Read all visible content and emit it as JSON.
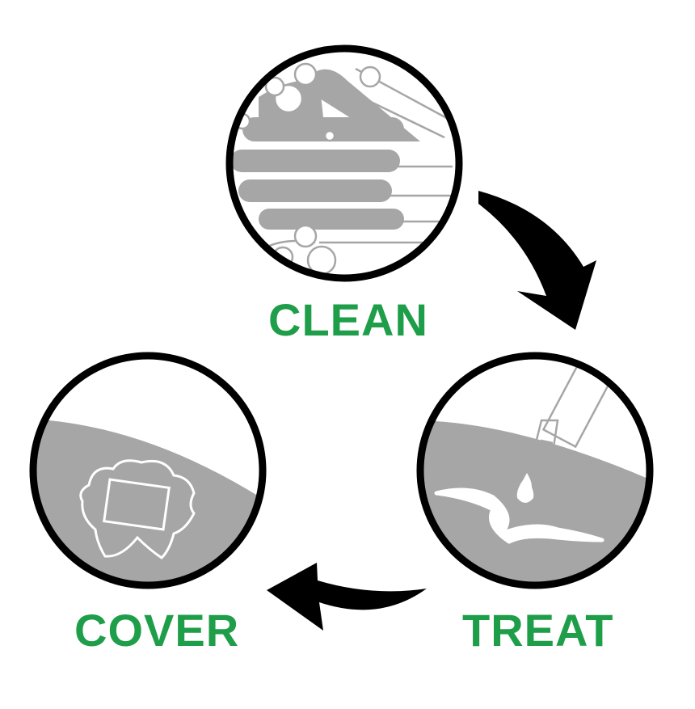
{
  "steps": [
    {
      "id": "clean",
      "label": "CLEAN",
      "icon": "soapy-hands-icon"
    },
    {
      "id": "treat",
      "label": "TREAT",
      "icon": "ointment-tube-icon"
    },
    {
      "id": "cover",
      "label": "COVER",
      "icon": "bandage-icon"
    }
  ],
  "colors": {
    "label_green": "#1f9e4a",
    "icon_gray": "#a6a6a6",
    "outline_black": "#000000",
    "background": "#ffffff"
  }
}
